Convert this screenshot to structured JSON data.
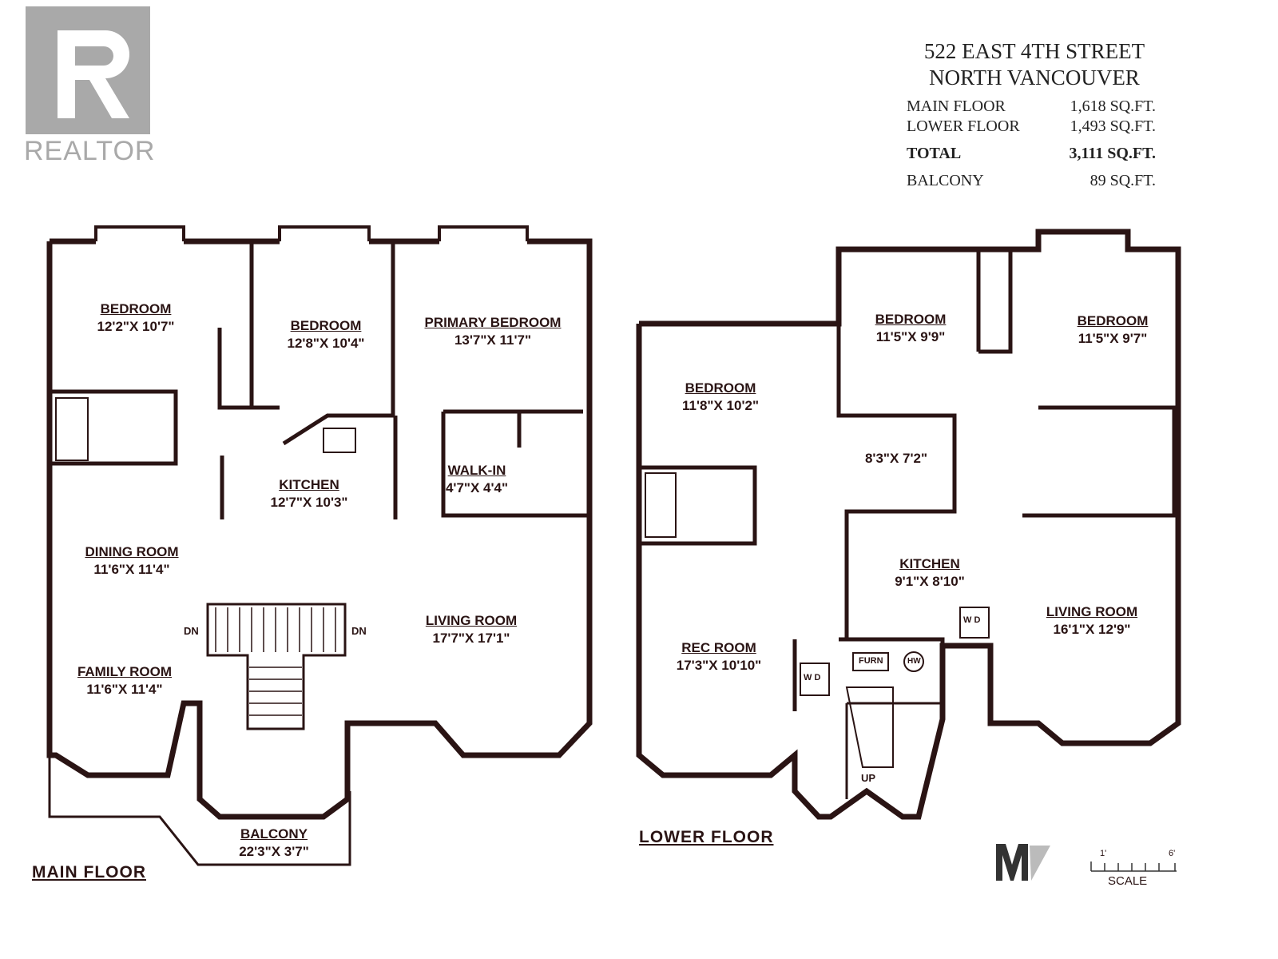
{
  "logo": {
    "brand": "REALTOR",
    "mark": "R"
  },
  "header": {
    "address_line1": "522 EAST 4TH STREET",
    "address_line2": "NORTH VANCOUVER",
    "areas": [
      {
        "label": "MAIN FLOOR",
        "value": "1,618 SQ.FT."
      },
      {
        "label": "LOWER FLOOR",
        "value": "1,493 SQ.FT."
      },
      {
        "label": "TOTAL",
        "value": "3,111 SQ.FT."
      },
      {
        "label": "BALCONY",
        "value": "89 SQ.FT."
      }
    ]
  },
  "main_floor": {
    "title": "MAIN FLOOR",
    "rooms": [
      {
        "name": "BEDROOM",
        "size": "12'2\"X 10'7\""
      },
      {
        "name": "BEDROOM",
        "size": "12'8\"X 10'4\""
      },
      {
        "name": "PRIMARY BEDROOM",
        "size": "13'7\"X 11'7\""
      },
      {
        "name": "KITCHEN",
        "size": "12'7\"X 10'3\""
      },
      {
        "name": "WALK-IN",
        "size": "4'7\"X 4'4\""
      },
      {
        "name": "DINING ROOM",
        "size": "11'6\"X 11'4\""
      },
      {
        "name": "LIVING ROOM",
        "size": "17'7\"X 17'1\""
      },
      {
        "name": "FAMILY ROOM",
        "size": "11'6\"X 11'4\""
      },
      {
        "name": "BALCONY",
        "size": "22'3\"X 3'7\""
      }
    ],
    "stair_labels": [
      "DN",
      "DN"
    ]
  },
  "lower_floor": {
    "title": "LOWER FLOOR",
    "rooms": [
      {
        "name": "BEDROOM",
        "size": "11'8\"X 10'2\""
      },
      {
        "name": "BEDROOM",
        "size": "11'5\"X 9'9\""
      },
      {
        "name": "BEDROOM",
        "size": "11'5\"X 9'7\""
      },
      {
        "name": "",
        "size": "8'3\"X 7'2\""
      },
      {
        "name": "KITCHEN",
        "size": "9'1\"X 8'10\""
      },
      {
        "name": "LIVING ROOM",
        "size": "16'1\"X 12'9\""
      },
      {
        "name": "REC ROOM",
        "size": "17'3\"X 10'10\""
      }
    ],
    "fixtures": {
      "furnace": "FURN",
      "hot_water": "HW",
      "washer_dryer": "W D",
      "stair": "UP"
    }
  },
  "scale": {
    "label": "SCALE",
    "start": "1'",
    "end": "6'"
  }
}
